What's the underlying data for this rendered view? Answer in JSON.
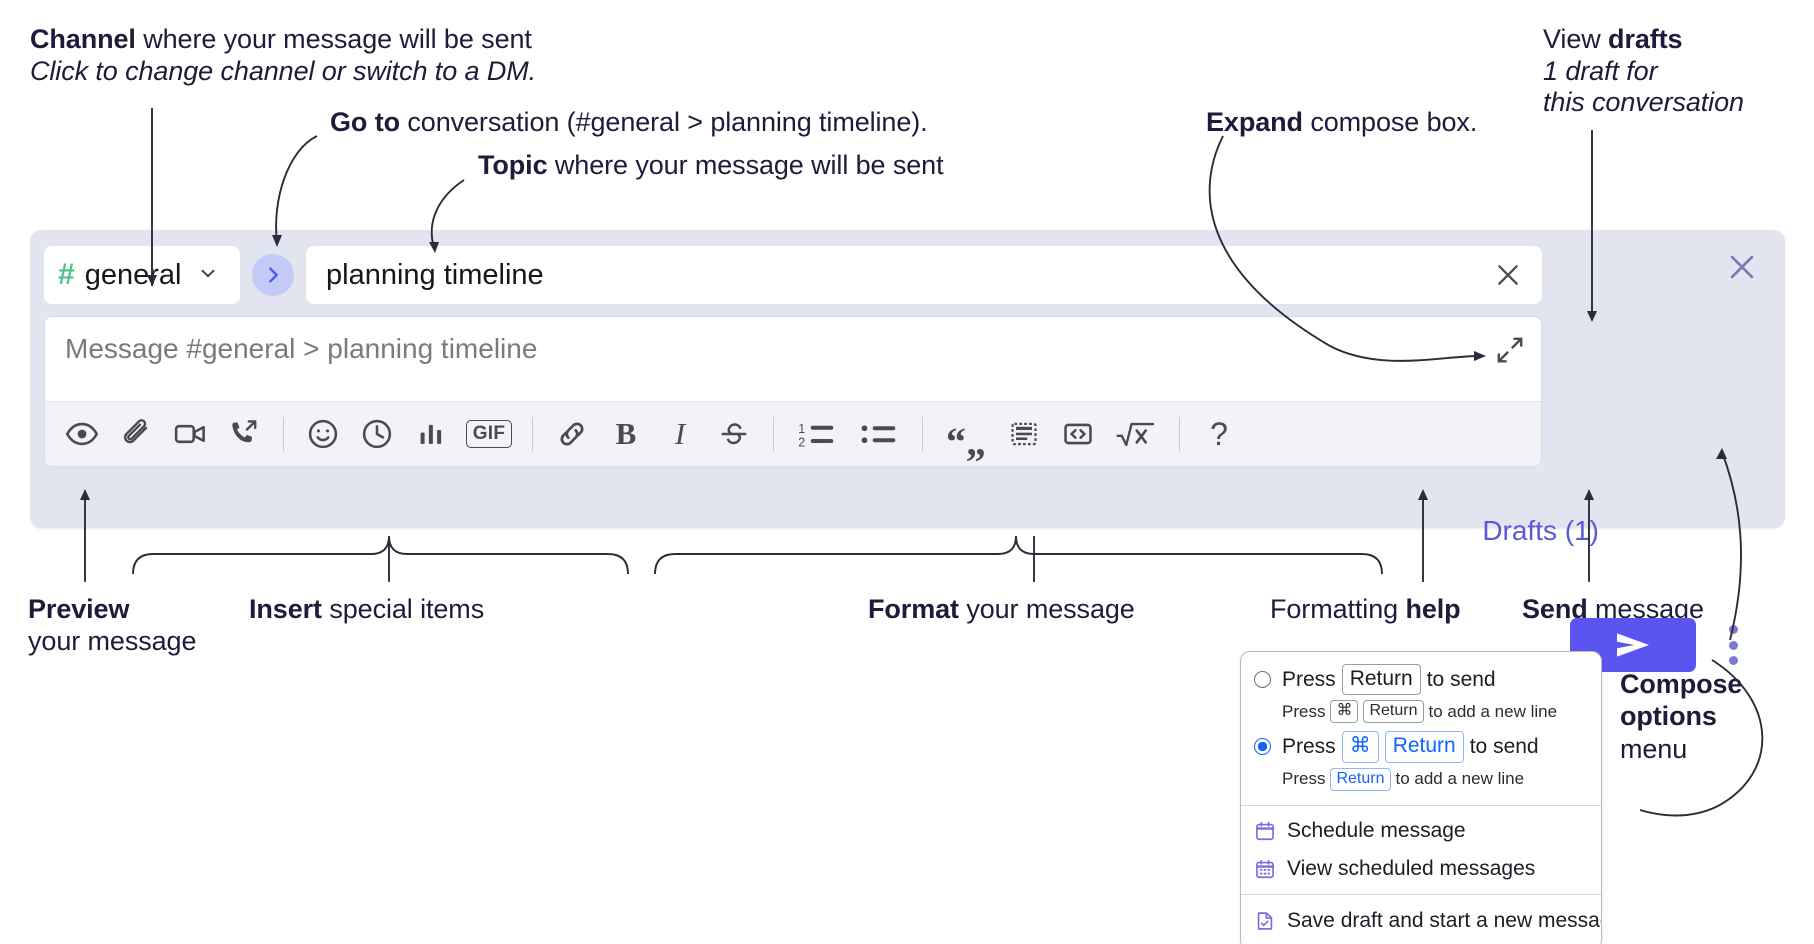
{
  "annotations": {
    "channel": {
      "bold": "Channel",
      "rest": " where your message will be sent",
      "sub": "Click to change channel or switch to a DM."
    },
    "goto": {
      "bold": "Go to",
      "rest": " conversation (#general > planning timeline)."
    },
    "topic": {
      "bold": "Topic",
      "rest": " where your message will be sent"
    },
    "expand": {
      "bold": "Expand",
      "rest": " compose box."
    },
    "drafts": {
      "pre": "View ",
      "bold": "drafts",
      "sub1": "1 draft for",
      "sub2": "this conversation"
    },
    "preview": {
      "bold": "Preview",
      "sub": "your message"
    },
    "insert": {
      "bold": "Insert",
      "rest": " special items"
    },
    "format": {
      "bold": "Format",
      "rest": " your message"
    },
    "formatting_help": {
      "pre": "Formatting ",
      "bold": "help"
    },
    "send": {
      "bold": "Send",
      "rest": " message"
    },
    "compose_options": {
      "bold1": "Compose",
      "bold2": "options",
      "rest": "menu"
    }
  },
  "compose": {
    "channel": {
      "hash": "#",
      "name": "general",
      "chevron": "chevron-down-icon"
    },
    "goto_button": "chevron-right-icon",
    "topic": {
      "value": "planning timeline",
      "clear": "close-icon"
    },
    "message": {
      "placeholder": "Message #general > planning timeline",
      "value": ""
    },
    "expand_icon": "expand-icon",
    "drafts_label": "Drafts (1)",
    "close_icon": "close-icon",
    "send_icon": "send-paper-plane-icon",
    "kebab_icon": "more-options-vertical-icon",
    "toolbar": [
      {
        "name": "preview-icon",
        "group": "preview"
      },
      {
        "name": "attachment-paperclip-icon",
        "group": "insert"
      },
      {
        "name": "video-camera-icon",
        "group": "insert"
      },
      {
        "name": "call-forward-phone-icon",
        "group": "insert"
      },
      {
        "name": "separator",
        "group": "sep"
      },
      {
        "name": "emoji-smiley-icon",
        "group": "insert"
      },
      {
        "name": "clock-icon",
        "group": "insert"
      },
      {
        "name": "poll-bar-chart-icon",
        "group": "insert"
      },
      {
        "name": "gif-icon",
        "group": "insert",
        "label": "GIF"
      },
      {
        "name": "separator",
        "group": "sep"
      },
      {
        "name": "link-icon",
        "group": "format"
      },
      {
        "name": "bold-icon",
        "group": "format",
        "label": "B"
      },
      {
        "name": "italic-icon",
        "group": "format",
        "label": "I"
      },
      {
        "name": "strikethrough-icon",
        "group": "format"
      },
      {
        "name": "separator",
        "group": "sep"
      },
      {
        "name": "ordered-list-icon",
        "group": "format"
      },
      {
        "name": "bulleted-list-icon",
        "group": "format"
      },
      {
        "name": "separator",
        "group": "sep"
      },
      {
        "name": "blockquote-icon",
        "group": "format"
      },
      {
        "name": "code-block-icon",
        "group": "format"
      },
      {
        "name": "inline-code-icon",
        "group": "format"
      },
      {
        "name": "math-sqrt-icon",
        "group": "format"
      },
      {
        "name": "separator",
        "group": "sep"
      },
      {
        "name": "help-question-icon",
        "group": "help",
        "label": "?"
      }
    ]
  },
  "options_menu": {
    "radio_return": {
      "selected": false,
      "press": "Press",
      "key": "Return",
      "to_send": "to send",
      "sub_press": "Press",
      "sub_key1": "⌘",
      "sub_key2": "Return",
      "sub_tail": "to add a new line"
    },
    "radio_cmd_return": {
      "selected": true,
      "press": "Press",
      "key1": "⌘",
      "key2": "Return",
      "to_send": "to send",
      "sub_press": "Press",
      "sub_key": "Return",
      "sub_tail": "to add a new line"
    },
    "items": [
      {
        "icon": "calendar-schedule-icon",
        "label": "Schedule message"
      },
      {
        "icon": "calendar-grid-icon",
        "label": "View scheduled messages"
      },
      {
        "icon": "save-draft-file-icon",
        "label": "Save draft and start a new message"
      }
    ]
  },
  "colors": {
    "panel_bg": "#e2e4f0",
    "send_button": "#5a55f0",
    "drafts_text": "#5a5ad8",
    "hash_green": "#51c08a",
    "goto_circle": "#c3caf8",
    "accent_blue": "#1264ff"
  }
}
